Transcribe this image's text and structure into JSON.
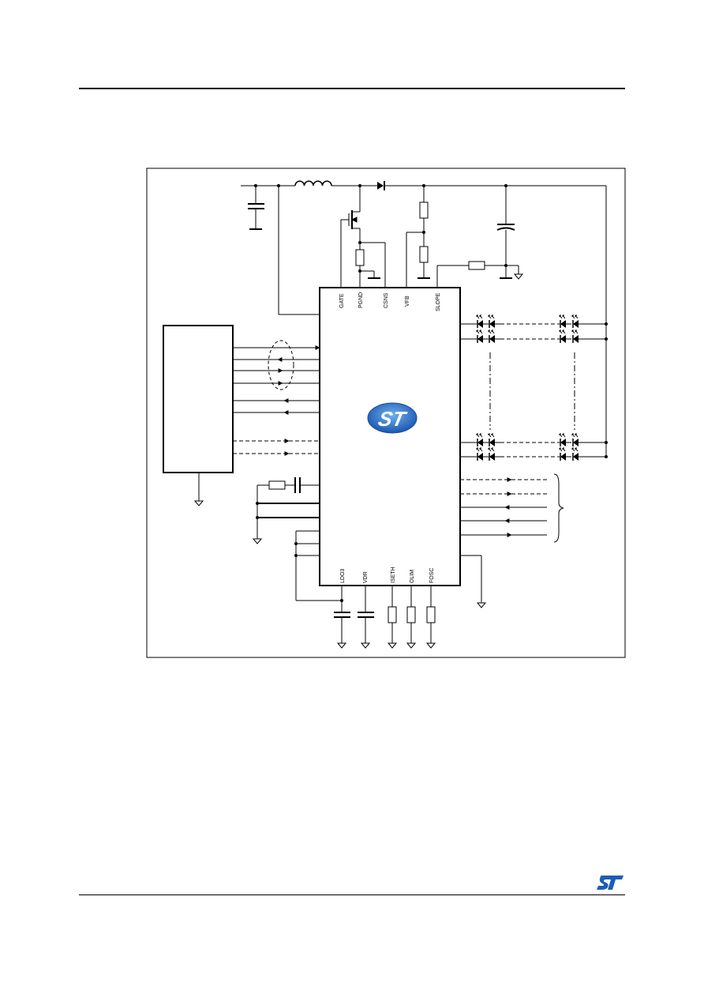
{
  "header": {},
  "schematic": {
    "top_pins": [
      "GATE",
      "PGND",
      "CSNS",
      "VFB",
      "SLOPE"
    ],
    "bottom_pins": [
      "LDO3",
      "VDR",
      "ISETH",
      "OLIM",
      "FOSC"
    ],
    "center_logo": "st-logo",
    "colors": {
      "logo_blue": "#2a6fc4",
      "line": "#000000"
    }
  },
  "footer": {
    "logo": "st-logo"
  }
}
